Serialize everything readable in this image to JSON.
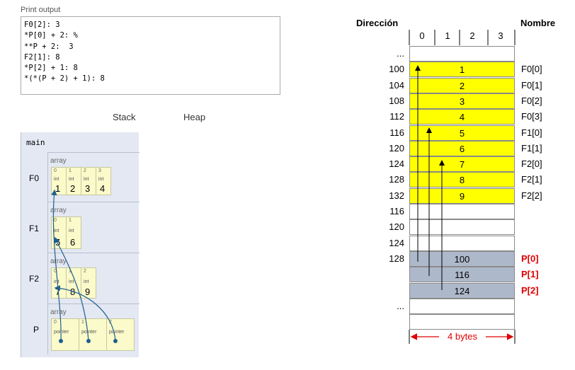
{
  "print_output": {
    "title": "Print output",
    "lines": [
      "F0[2]: 3",
      "*P[0] + 2: %",
      "**P + 2:  3",
      "F2[1]: 8",
      "*P[2] + 1: 8",
      "*(*(P + 2) + 1): 8"
    ]
  },
  "headers": {
    "stack": "Stack",
    "heap": "Heap"
  },
  "frame": {
    "name": "main",
    "vars": [
      {
        "name": "F0",
        "array_label": "array",
        "cells": [
          {
            "idx": "0",
            "type": "int",
            "val": "1"
          },
          {
            "idx": "1",
            "type": "int",
            "val": "2"
          },
          {
            "idx": "2",
            "type": "int",
            "val": "3"
          },
          {
            "idx": "3",
            "type": "int",
            "val": "4"
          }
        ]
      },
      {
        "name": "F1",
        "array_label": "array",
        "cells": [
          {
            "idx": "0",
            "type": "int",
            "val": "5"
          },
          {
            "idx": "1",
            "type": "int",
            "val": "6"
          }
        ]
      },
      {
        "name": "F2",
        "array_label": "array",
        "cells": [
          {
            "idx": "0",
            "type": "int",
            "val": "7"
          },
          {
            "idx": "1",
            "type": "int",
            "val": "8"
          },
          {
            "idx": "2",
            "type": "int",
            "val": "9"
          }
        ]
      },
      {
        "name": "P",
        "array_label": "array",
        "cells": [
          {
            "idx": "0",
            "type": "pointer",
            "val": ""
          },
          {
            "idx": "1",
            "type": "pointer",
            "val": ""
          },
          {
            "idx": "2",
            "type": "pointer",
            "val": ""
          }
        ]
      }
    ]
  },
  "memory": {
    "address_header": "Dirección",
    "name_header": "Nombre",
    "columns": [
      "0",
      "1",
      "2",
      "3"
    ],
    "rows": [
      {
        "addr": "...",
        "val": "",
        "name": "",
        "style": "white"
      },
      {
        "addr": "100",
        "val": "1",
        "name": "F0[0]",
        "style": "yellow"
      },
      {
        "addr": "104",
        "val": "2",
        "name": "F0[1]",
        "style": "yellow"
      },
      {
        "addr": "108",
        "val": "3",
        "name": "F0[2]",
        "style": "yellow"
      },
      {
        "addr": "112",
        "val": "4",
        "name": "F0[3]",
        "style": "yellow"
      },
      {
        "addr": "116",
        "val": "5",
        "name": "F1[0]",
        "style": "yellow"
      },
      {
        "addr": "120",
        "val": "6",
        "name": "F1[1]",
        "style": "yellow"
      },
      {
        "addr": "124",
        "val": "7",
        "name": "F2[0]",
        "style": "yellow"
      },
      {
        "addr": "128",
        "val": "8",
        "name": "F2[1]",
        "style": "yellow"
      },
      {
        "addr": "132",
        "val": "9",
        "name": "F2[2]",
        "style": "yellow"
      },
      {
        "addr": "116",
        "val": "",
        "name": "",
        "style": "white"
      },
      {
        "addr": "120",
        "val": "",
        "name": "",
        "style": "white"
      },
      {
        "addr": "124",
        "val": "",
        "name": "",
        "style": "white"
      },
      {
        "addr": "128",
        "val": "100",
        "name": "P[0]",
        "style": "gray"
      },
      {
        "addr": "",
        "val": "116",
        "name": "P[1]",
        "style": "gray"
      },
      {
        "addr": "",
        "val": "124",
        "name": "P[2]",
        "style": "gray"
      },
      {
        "addr": "...",
        "val": "",
        "name": "",
        "style": "white"
      },
      {
        "addr": "",
        "val": "",
        "name": "",
        "style": "white"
      }
    ],
    "bytes_label": "4 bytes",
    "colors": {
      "yellow": "#ffff00",
      "gray": "#adb9ca",
      "red": "#e00000",
      "arrow": "#1f5f8f"
    }
  }
}
